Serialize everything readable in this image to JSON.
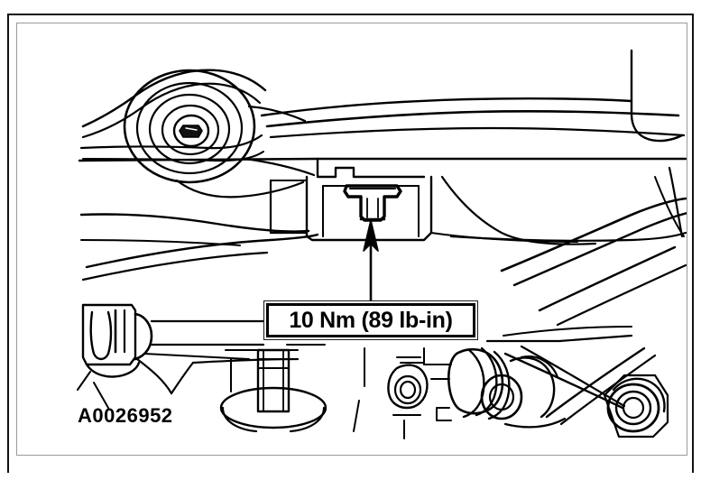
{
  "figure": {
    "id_label": "A0026952",
    "kind": "automotive-service-line-drawing",
    "background_color": "#ffffff",
    "line_color": "#000000",
    "frame_color": "#111111",
    "inner_frame_color": "#9a9a9a"
  },
  "callout": {
    "torque_label": "10 Nm (89 lb-in)",
    "torque_metric_value": "10",
    "torque_metric_unit": "Nm",
    "torque_imperial_value": "89",
    "torque_imperial_unit": "lb-in",
    "points_to": "flange-bolt",
    "leader_style": "vertical-arrow-up"
  },
  "components": {
    "bushing_mount": "control-arm-bushing",
    "flange_bolt": "flanged-fastener",
    "bracket": "mounting-bracket",
    "clamp": "hose-clamp",
    "stud_boss": "threaded-stud-boss",
    "hose_fittings": "quick-connect-fittings",
    "grommet": "rubber-grommet"
  }
}
